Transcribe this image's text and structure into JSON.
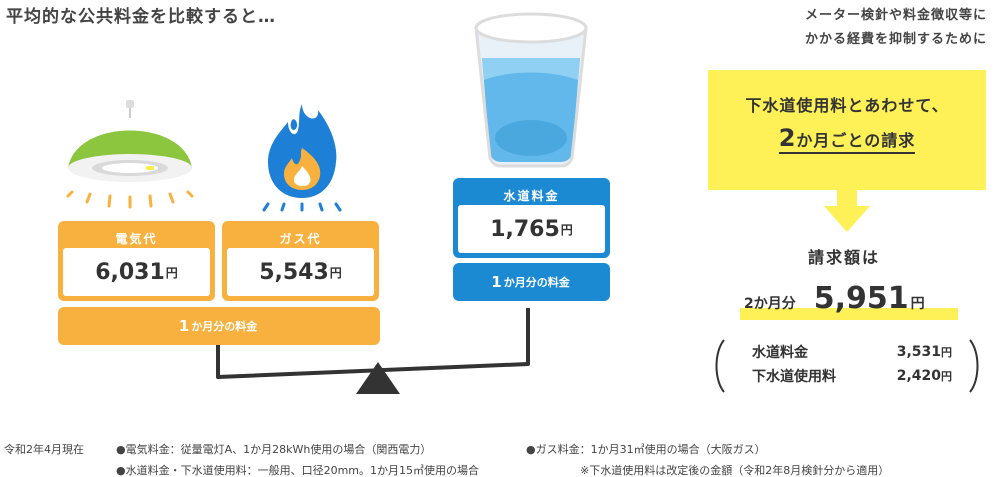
{
  "title": "平均的な公共料金を比較すると…",
  "electricity": {
    "label": "電気代",
    "amount": "6,031",
    "yen": "円"
  },
  "gas": {
    "label": "ガス代",
    "amount": "5,543",
    "yen": "円"
  },
  "water": {
    "label": "水道料金",
    "amount": "1,765",
    "yen": "円"
  },
  "left_bar": {
    "num": "1",
    "rest1": "か月分の料金"
  },
  "right_bar": {
    "num": "1",
    "rest1": "か月分の料金"
  },
  "note": {
    "line1": "メーター検針や料金徴収等に",
    "line2": "かかる経費を抑制するために"
  },
  "yellowbox": {
    "line1": "下水道使用料とあわせて、",
    "num": "2",
    "line2": "か月ごとの請求"
  },
  "result": {
    "label": "請求額は",
    "period": "2か月分",
    "amount": "5,951",
    "yen": "円"
  },
  "breakdown": [
    {
      "name": "水道料金",
      "value": "3,531",
      "yen": "円"
    },
    {
      "name": "下水道使用料",
      "value": "2,420",
      "yen": "円"
    }
  ],
  "footnote": {
    "date": "令和2年4月現在",
    "l1a": "●電気料金：従量電灯A、1か月28kWh使用の場合（関西電力）",
    "l1b": "●ガス料金：1か月31㎥使用の場合（大阪ガス）",
    "l2a": "●水道料金・下水道使用料：一般用、口径20mm。1か月15㎥使用の場合",
    "l2b": "※下水道使用料は改定後の金額（令和2年8月検針分から適用）"
  },
  "colors": {
    "orange": "#f8b13f",
    "blue": "#1b8ad3",
    "yellow": "#fdf157",
    "lamp_green": "#8cc63f",
    "flame_blue": "#1e7fd6"
  },
  "icons": [
    "lamp-icon",
    "gas-flame-icon",
    "water-glass-icon",
    "down-arrow-icon",
    "scale-fulcrum-icon"
  ]
}
